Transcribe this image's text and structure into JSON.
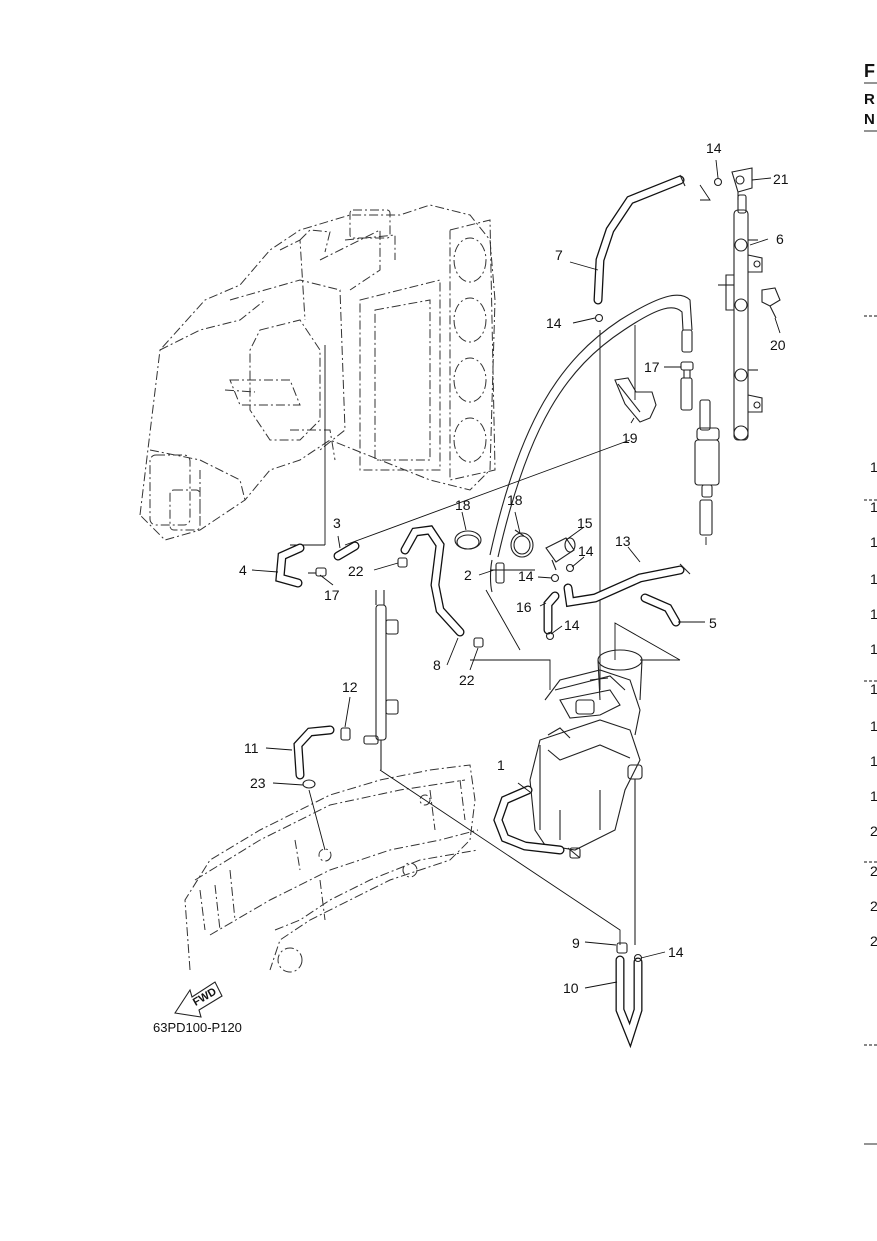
{
  "diagram_code": "63PD100-P120",
  "fwd_label": "FWD",
  "callouts": {
    "c1": "1",
    "c2": "2",
    "c3": "3",
    "c4": "4",
    "c5": "5",
    "c6": "6",
    "c7": "7",
    "c8": "8",
    "c9": "9",
    "c10": "10",
    "c11": "11",
    "c12": "12",
    "c13": "13",
    "c14a": "14",
    "c14b": "14",
    "c14c": "14",
    "c14d": "14",
    "c14e": "14",
    "c14f": "14",
    "c15": "15",
    "c16": "16",
    "c17a": "17",
    "c17b": "17",
    "c18a": "18",
    "c18b": "18",
    "c19": "19",
    "c20": "20",
    "c21": "21",
    "c22a": "22",
    "c22b": "22",
    "c23": "23"
  },
  "right_margin": {
    "head": "F",
    "sub1": "R",
    "sub2": "N",
    "rows": [
      "1",
      "1",
      "1",
      "1",
      "1",
      "1",
      "1",
      "1",
      "1",
      "1",
      "2",
      "2",
      "2",
      "2"
    ]
  }
}
